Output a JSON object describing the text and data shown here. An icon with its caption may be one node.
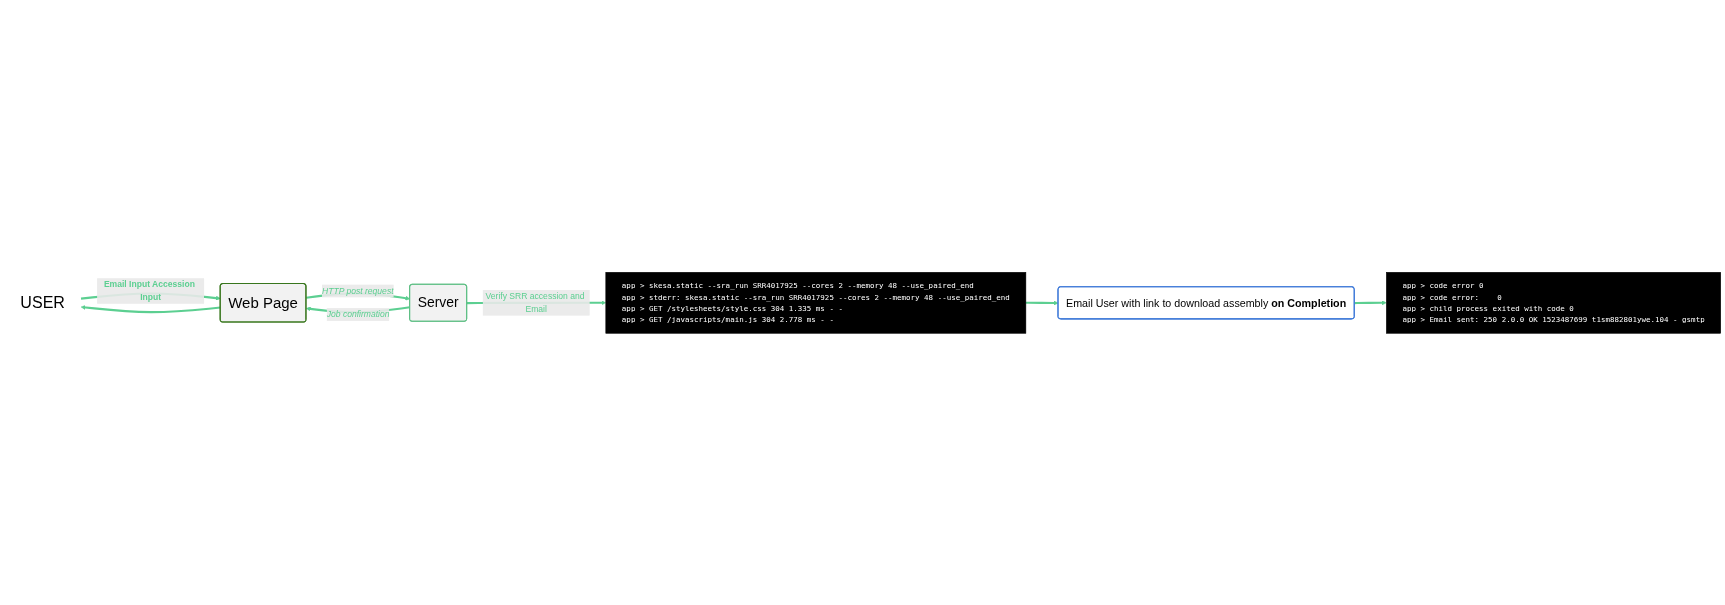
{
  "diagram": {
    "nodes": [
      {
        "text": [
          "USER"
        ]
      },
      {
        "text": [
          "Web Page"
        ]
      },
      {
        "text": [
          "Server"
        ]
      },
      {
        "text": [
          "app > skesa.static --sra_run SRR4017925 --cores 2 --memory 48 --use_paired_end",
          "app > stderr: skesa.static --sra_run SRR4017925 --cores 2 --memory 48 --use_paired_end",
          "app > GET /stylesheets/style.css 304 1.335 ms - -",
          "app > GET /javascripts/main.js 304 2.778 ms - -"
        ]
      },
      {
        "text": [
          "Email User with link to download assembly **on Completion**"
        ]
      },
      {
        "text": [
          "app > code error 0",
          "app > code error:    0",
          "app > child process exited with code 0",
          "app > Email sent: 250 2.0.0 OK 1523487699 t1sm882801ywe.104 - gsmtp"
        ]
      }
    ],
    "edges": [
      {
        "from": 0,
        "to": 1,
        "arrow": "to",
        "label": "Email Input Accession Input"
      },
      {
        "from": 1,
        "to": 0,
        "arrow": "to"
      },
      {
        "from": 1,
        "to": 2,
        "arrow": "to",
        "label": "HTTP post request"
      },
      {
        "from": 2,
        "to": 1,
        "arrow": "to",
        "label": "Job confirmation"
      },
      {
        "from": 2,
        "to": 3,
        "arrow": "to",
        "label": "Verify SRR accession and Email"
      },
      {
        "from": 3,
        "to": 4,
        "arrow": "to"
      },
      {
        "from": 4,
        "to": 5,
        "arrow": "to"
      }
    ]
  }
}
